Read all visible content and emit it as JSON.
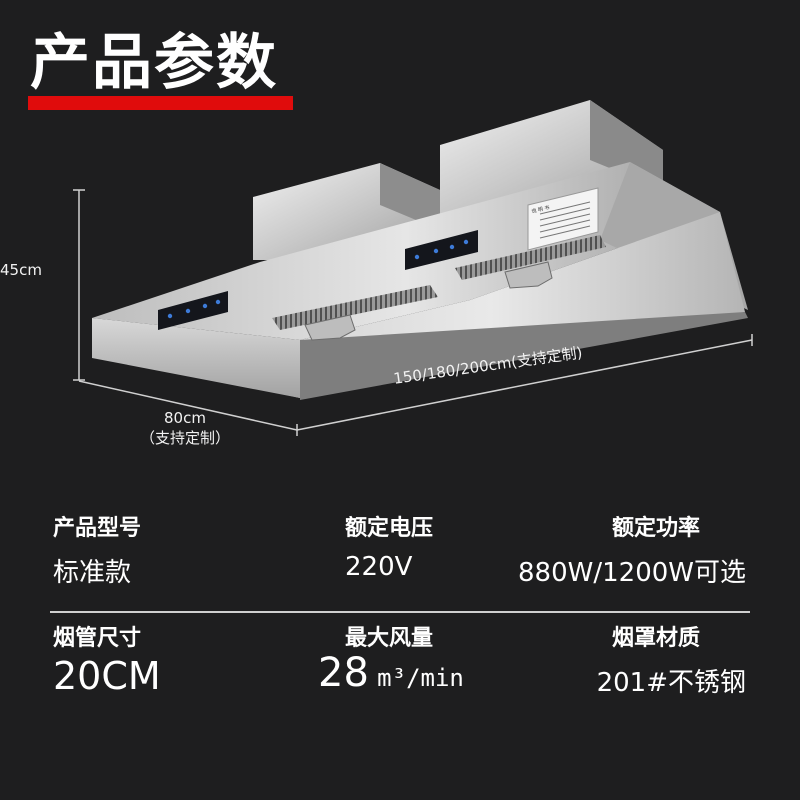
{
  "header": {
    "title": "产品参数"
  },
  "dimensions": {
    "height": "45cm",
    "depth_value": "80cm",
    "depth_note": "（支持定制）",
    "width": "150/180/200cm(支持定制)"
  },
  "product_panel": {
    "label_text": "说 明 书"
  },
  "specs": [
    {
      "label": "产品型号",
      "value": "标准款"
    },
    {
      "label": "额定电压",
      "value": "220V"
    },
    {
      "label": "额定功率",
      "value": "880W/1200W可选"
    },
    {
      "label": "烟管尺寸",
      "value": "20CM"
    },
    {
      "label": "最大风量",
      "value_number": "28",
      "value_unit": "m³/min"
    },
    {
      "label": "烟罩材质",
      "value": "201#不锈钢"
    }
  ],
  "colors": {
    "accent": "#e00c0c",
    "background": "#1e1e1f"
  }
}
